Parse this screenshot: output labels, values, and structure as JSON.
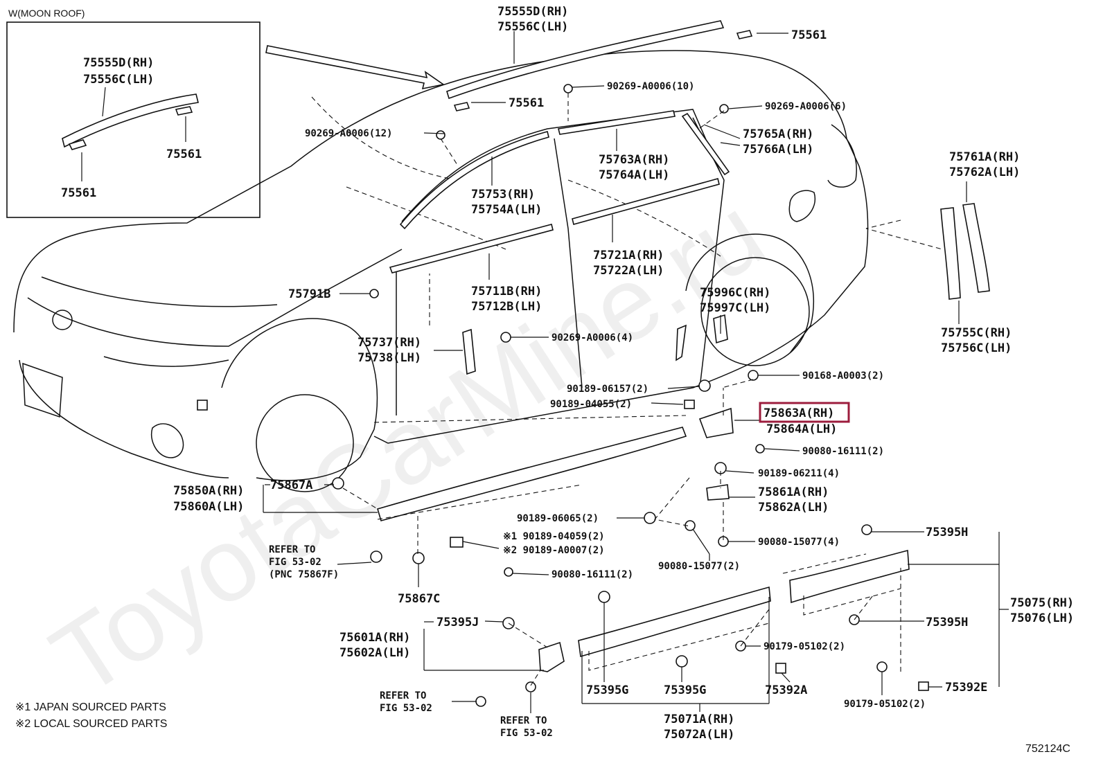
{
  "inset": {
    "title": "W(MOON ROOF)",
    "labels": [
      "75555D(RH)",
      "75556C(LH)",
      "75561",
      "75561"
    ]
  },
  "labels": {
    "l75555d": "75555D(RH)",
    "l75556c": "75556C(LH)",
    "l75561a": "75561",
    "l75561b": "75561",
    "l90269_10": "90269-A0006(10)",
    "l90269_6": "90269-A0006(6)",
    "l90269_12": "90269-A0006(12)",
    "l75765a": "75765A(RH)",
    "l75766a": "75766A(LH)",
    "l75763a": "75763A(RH)",
    "l75764a": "75764A(LH)",
    "l75761a": "75761A(RH)",
    "l75762a": "75762A(LH)",
    "l75753": "75753(RH)",
    "l75754a": "75754A(LH)",
    "l75721a": "75721A(RH)",
    "l75722a": "75722A(LH)",
    "l75791b": "75791B",
    "l75711b": "75711B(RH)",
    "l75712b": "75712B(LH)",
    "l75996c": "75996C(RH)",
    "l75997c": "75997C(LH)",
    "l75755c": "75755C(RH)",
    "l75756c": "75756C(LH)",
    "l75737": "75737(RH)",
    "l75738": "75738(LH)",
    "l90269_4": "90269-A0006(4)",
    "l90189_06157": "90189-06157(2)",
    "l90168": "90168-A0003(2)",
    "l90189_04055": "90189-04055(2)",
    "l75863a": "75863A(RH)",
    "l75864a": "75864A(LH)",
    "l90080_16111a": "90080-16111(2)",
    "l90189_06211": "90189-06211(4)",
    "l75850a": "75850A(RH)",
    "l75860a": "75860A(LH)",
    "l75867a": "75867A",
    "l75861a": "75861A(RH)",
    "l75862a": "75862A(LH)",
    "l90189_06065": "90189-06065(2)",
    "l75395h_a": "75395H",
    "l_refer1a": "REFER TO",
    "l_refer1b": "FIG 53-02",
    "l_refer1c": "(PNC 75867F)",
    "l_m1": "※1 90189-04059(2)",
    "l_m2": "※2 90189-A0007(2)",
    "l90080_15077a": "90080-15077(4)",
    "l90080_16111b": "90080-16111(2)",
    "l90080_15077b": "90080-15077(2)",
    "l75075": "75075(RH)",
    "l75076": "75076(LH)",
    "l75867c": "75867C",
    "l75395j": "75395J",
    "l75601a": "75601A(RH)",
    "l75602a": "75602A(LH)",
    "l75395h_b": "75395H",
    "l90179_a": "90179-05102(2)",
    "l75395g_a": "75395G",
    "l75395g_b": "75395G",
    "l75392a": "75392A",
    "l75392e": "75392E",
    "l90179_b": "90179-05102(2)",
    "l_refer2a": "REFER TO",
    "l_refer2b": "FIG 53-02",
    "l_refer3a": "REFER TO",
    "l_refer3b": "FIG 53-02",
    "l75071a": "75071A(RH)",
    "l75072a": "75072A(LH)"
  },
  "notes": {
    "japan": "※1 JAPAN SOURCED PARTS",
    "local": "※2 LOCAL SOURCED PARTS"
  },
  "figure_id": "752124C",
  "watermark": "ToyotaCarMine.ru",
  "highlight": {
    "part": "75863A(RH)",
    "color": "#9c1c3c"
  }
}
